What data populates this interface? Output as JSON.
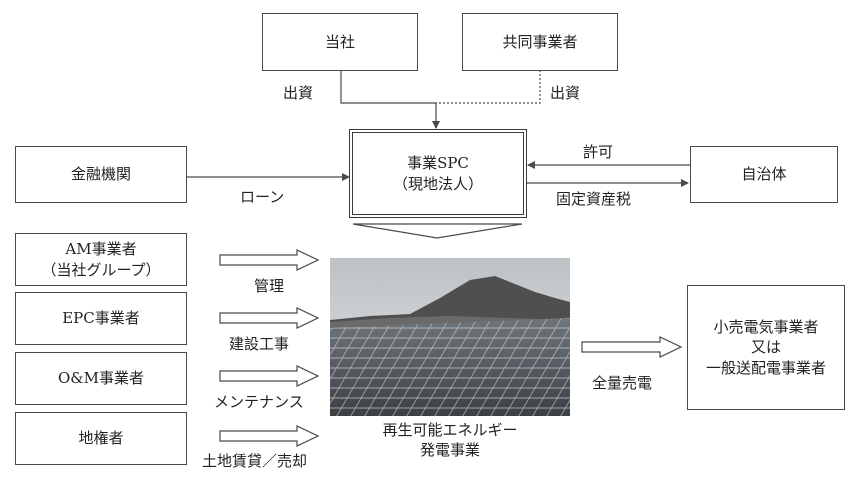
{
  "entities": {
    "company": "当社",
    "co_investor": "共同事業者",
    "financial_institution": "金融機関",
    "spc_line1": "事業SPC",
    "spc_line2": "（現地法人）",
    "municipality": "自治体",
    "am_operator_line1": "AM事業者",
    "am_operator_line2": "（当社グループ）",
    "epc_operator": "EPC事業者",
    "om_operator": "O&M事業者",
    "landowner": "地権者",
    "buyer_line1": "小売電気事業者",
    "buyer_line2": "又は",
    "buyer_line3": "一般送配電事業者"
  },
  "flows": {
    "investment_company": "出資",
    "investment_co_investor": "出資",
    "loan": "ローン",
    "permit": "許可",
    "property_tax": "固定資産税",
    "management": "管理",
    "construction": "建設工事",
    "maintenance": "メンテナンス",
    "land_lease": "土地賃貸／売却",
    "full_sale": "全量売電"
  },
  "project": {
    "caption_line1": "再生可能エネルギー",
    "caption_line2": "発電事業"
  },
  "colors": {
    "line": "#4a4a4a",
    "sky": "#cfd2d4",
    "mountain": "#4c4c4c",
    "panel_dark": "#3e4348",
    "panel_light": "#9aa0a5"
  }
}
